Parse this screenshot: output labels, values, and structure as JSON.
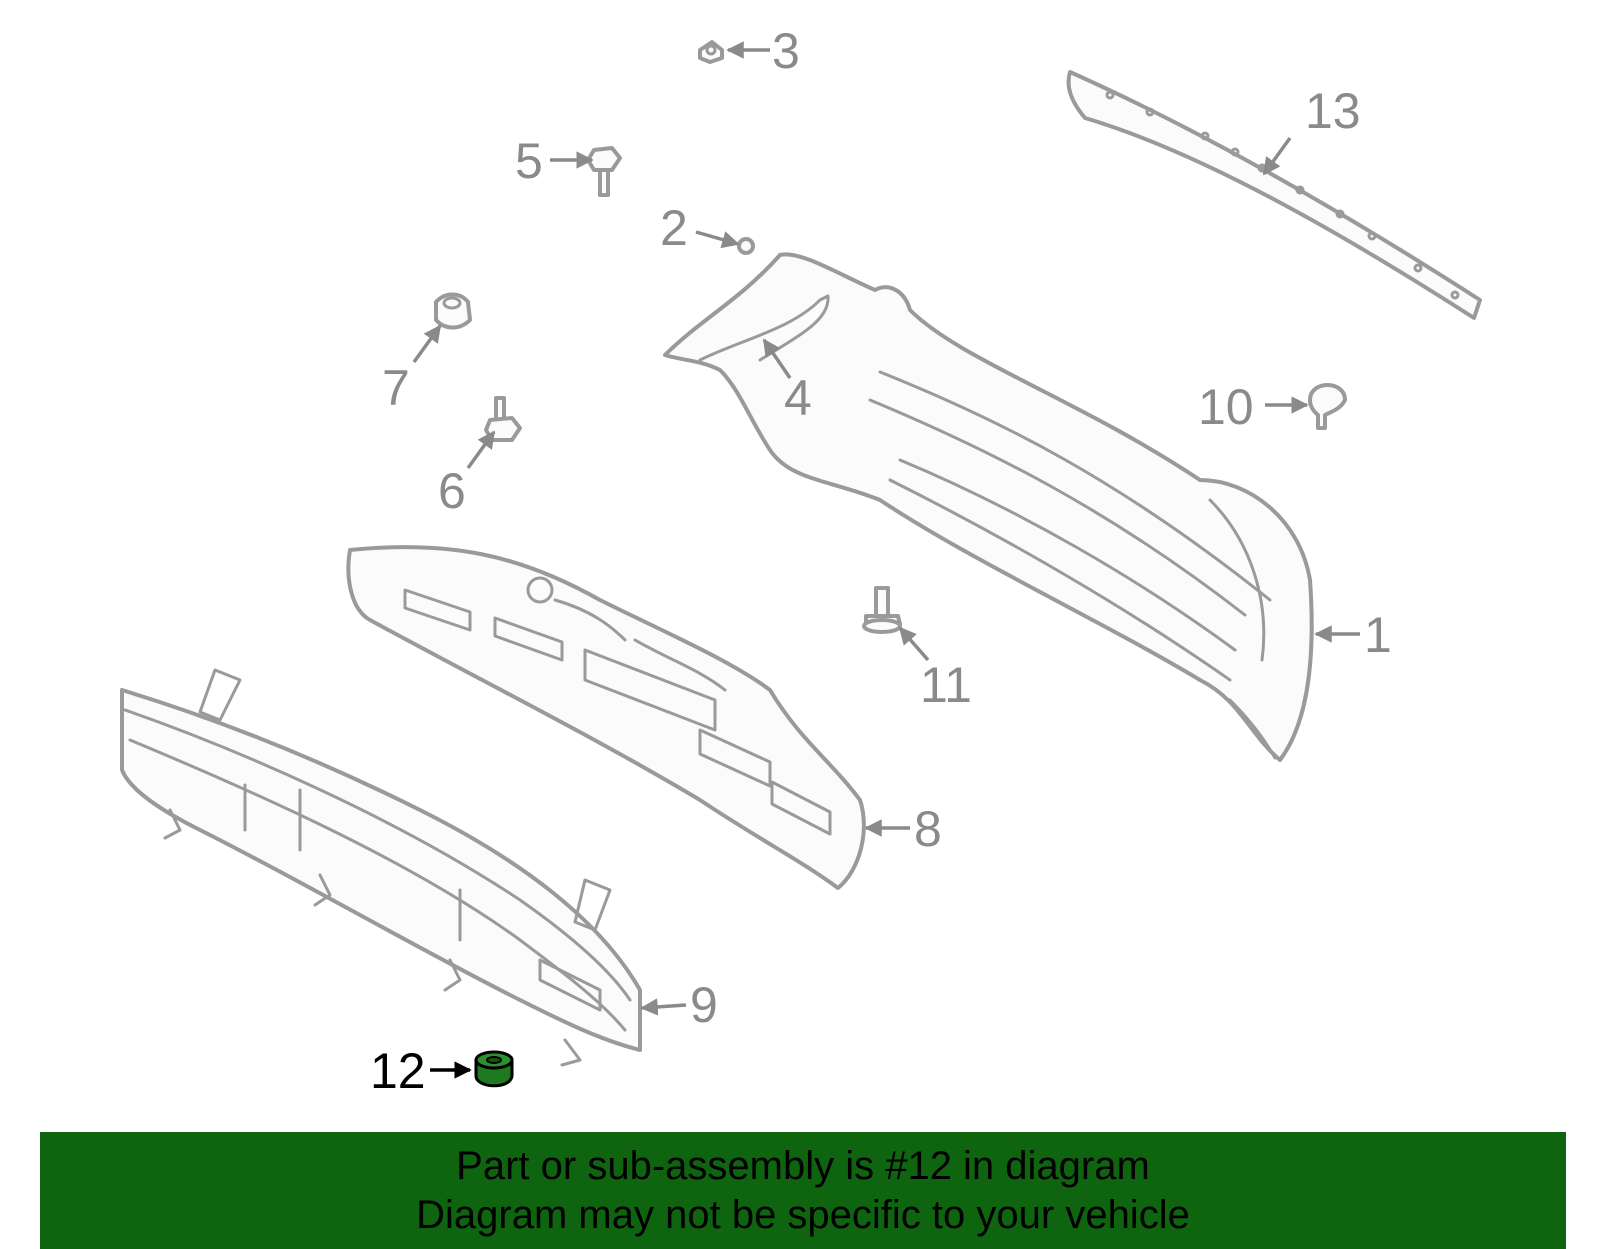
{
  "diagram": {
    "callouts": [
      {
        "id": "1",
        "label": "1"
      },
      {
        "id": "2",
        "label": "2"
      },
      {
        "id": "3",
        "label": "3"
      },
      {
        "id": "4",
        "label": "4"
      },
      {
        "id": "5",
        "label": "5"
      },
      {
        "id": "6",
        "label": "6"
      },
      {
        "id": "7",
        "label": "7"
      },
      {
        "id": "8",
        "label": "8"
      },
      {
        "id": "9",
        "label": "9"
      },
      {
        "id": "10",
        "label": "10"
      },
      {
        "id": "11",
        "label": "11"
      },
      {
        "id": "12",
        "label": "12"
      },
      {
        "id": "13",
        "label": "13"
      }
    ],
    "highlighted_part": "12",
    "colors": {
      "part_outline": "#9a9a9a",
      "callout_text": "#8a8a8a",
      "highlight_fill": "#1f7a1f",
      "banner_background": "#0f6410"
    }
  },
  "banner": {
    "line1": "Part or sub-assembly is #12 in diagram",
    "line2": "Diagram may not be specific to your vehicle"
  }
}
